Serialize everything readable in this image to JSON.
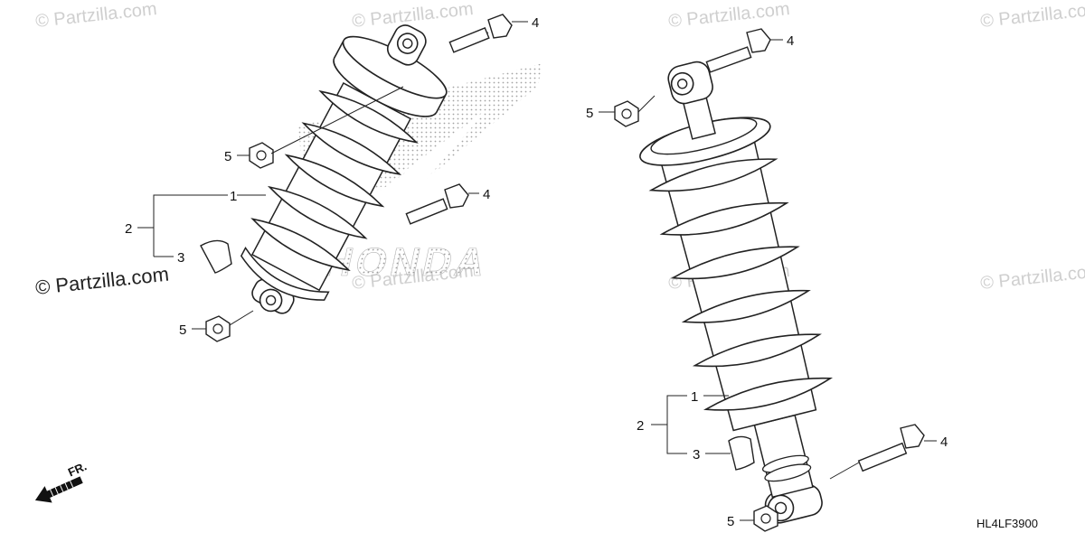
{
  "watermark": {
    "text": "© Partzilla.com"
  },
  "brand": {
    "logo_text": "HONDA"
  },
  "callouts": {
    "spring": "1",
    "shock_assembly": "2",
    "collar": "3",
    "bolt": "4",
    "nut": "5"
  },
  "front_arrow_label": "FR.",
  "diagram_code": "HL4LF3900"
}
